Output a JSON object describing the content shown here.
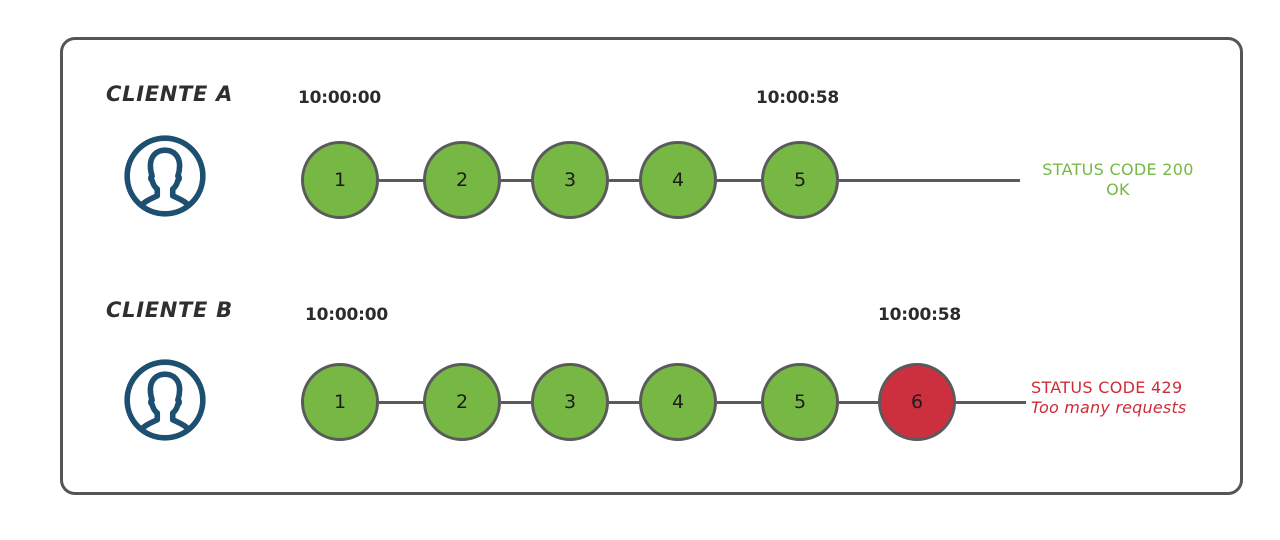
{
  "diagram": {
    "title_frame": "rate-limiting-diagram",
    "colors": {
      "frame_border": "#555557",
      "node_ok": "#76b843",
      "node_error": "#cc2f3d",
      "node_border": "#5a5a5c",
      "connector": "#5a5a5c",
      "avatar": "#1d4f70",
      "status_ok_text": "#76b843",
      "status_error_text": "#d02b38",
      "timestamp_text": "#2b2b2c",
      "label_text": "#2f2f30"
    },
    "rows": [
      {
        "client_label": "CLIENTE A",
        "avatar_icon": "user-avatar-icon",
        "timestamp_start": "10:00:00",
        "timestamp_end": "10:00:58",
        "nodes": [
          {
            "number": "1",
            "state": "ok"
          },
          {
            "number": "2",
            "state": "ok"
          },
          {
            "number": "3",
            "state": "ok"
          },
          {
            "number": "4",
            "state": "ok"
          },
          {
            "number": "5",
            "state": "ok"
          }
        ],
        "status": {
          "line1": "STATUS CODE 200",
          "line2": "OK",
          "state": "ok"
        }
      },
      {
        "client_label": "CLIENTE B",
        "avatar_icon": "user-avatar-icon",
        "timestamp_start": "10:00:00",
        "timestamp_end": "10:00:58",
        "nodes": [
          {
            "number": "1",
            "state": "ok"
          },
          {
            "number": "2",
            "state": "ok"
          },
          {
            "number": "3",
            "state": "ok"
          },
          {
            "number": "4",
            "state": "ok"
          },
          {
            "number": "5",
            "state": "ok"
          },
          {
            "number": "6",
            "state": "error"
          }
        ],
        "status": {
          "line1": "STATUS CODE 429",
          "line2": "Too many requests",
          "state": "error"
        }
      }
    ]
  }
}
